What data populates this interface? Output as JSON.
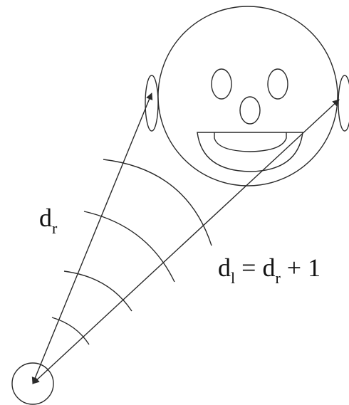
{
  "labels": {
    "dr": {
      "base": "d",
      "sub": "r"
    },
    "dl_equation": {
      "lhs_base": "d",
      "lhs_sub": "l",
      "equals": " = ",
      "rhs_base": "d",
      "rhs_sub": "r",
      "rhs_tail": " + 1"
    }
  },
  "colors": {
    "stroke": "#2a2a2a",
    "text": "#111111",
    "background": "#ffffff"
  }
}
